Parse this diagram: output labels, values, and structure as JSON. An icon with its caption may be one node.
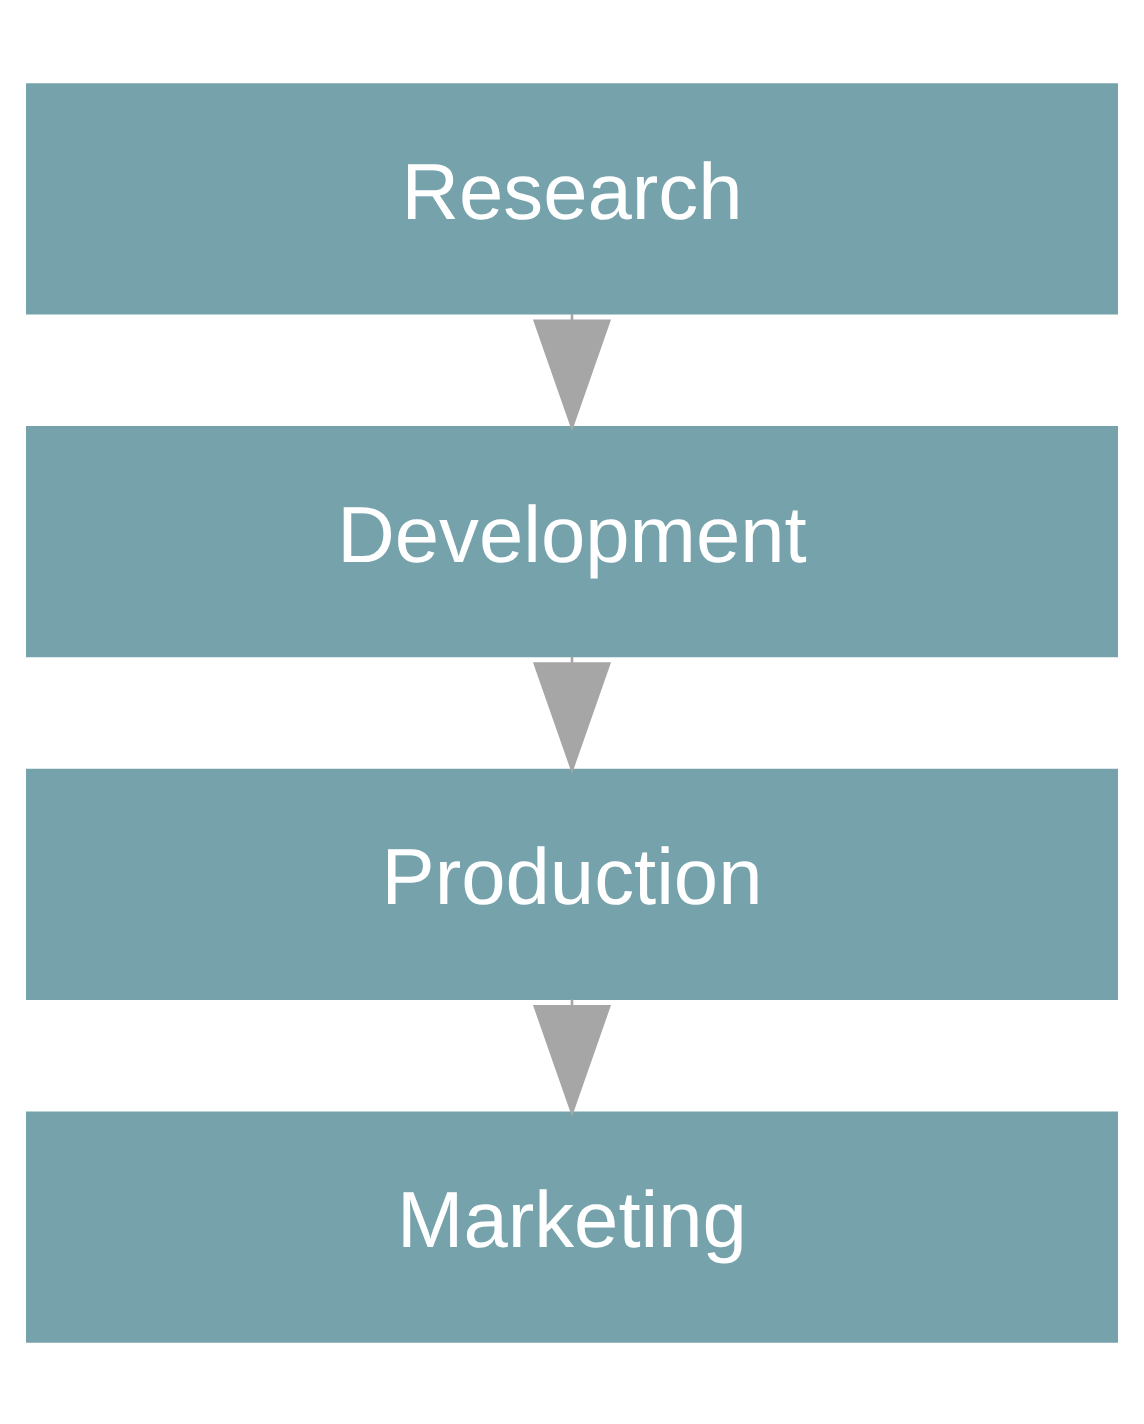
{
  "diagram": {
    "nodes": [
      {
        "text": [
          "Research"
        ]
      },
      {
        "text": [
          "Development"
        ]
      },
      {
        "text": [
          "Production"
        ]
      },
      {
        "text": [
          "Marketing"
        ]
      }
    ],
    "edges": [
      {
        "from": 0,
        "to": 1,
        "arrow": "to"
      },
      {
        "from": 1,
        "to": 2,
        "arrow": "to"
      },
      {
        "from": 2,
        "to": 3,
        "arrow": "to"
      }
    ]
  }
}
